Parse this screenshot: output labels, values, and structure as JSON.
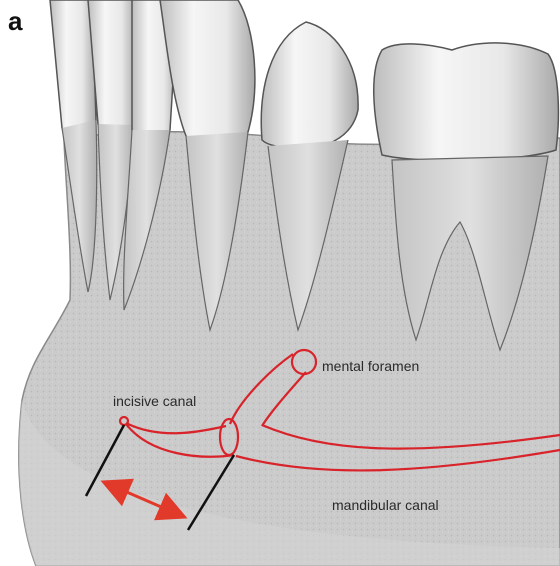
{
  "figure": {
    "panel_letter": "a",
    "labels": {
      "mental_foramen": "mental foramen",
      "incisive_canal": "incisive canal",
      "mandibular_canal": "mandibular canal"
    }
  },
  "colors": {
    "canal": "#d8232a",
    "arrow": "#e23a2a",
    "bone": "#c9c9c9",
    "tooth": "#ededed",
    "outline": "#555555"
  }
}
